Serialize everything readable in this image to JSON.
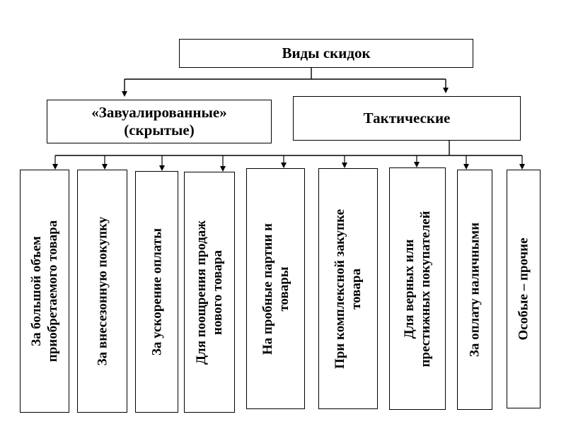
{
  "root": {
    "label": "Виды скидок"
  },
  "groups": [
    {
      "line1": "«Завуалированные»",
      "line2": "(скрытые)"
    },
    {
      "label": "Тактические"
    }
  ],
  "items": [
    {
      "line1": "За большой объем",
      "line2": "приобретаемого товара"
    },
    {
      "line1": "За внесезонную покупку",
      "line2": ""
    },
    {
      "line1": "За ускорение оплаты",
      "line2": ""
    },
    {
      "line1": "Для поощрения продаж",
      "line2": "нового товара"
    },
    {
      "line1": "На пробные партии и",
      "line2": "товары"
    },
    {
      "line1": "При комплексной закупке",
      "line2": "товара"
    },
    {
      "line1": "Для верных или",
      "line2": "престижных покупателей"
    },
    {
      "line1": "За оплату наличными",
      "line2": ""
    },
    {
      "line1": "Особые – прочие",
      "line2": ""
    }
  ]
}
